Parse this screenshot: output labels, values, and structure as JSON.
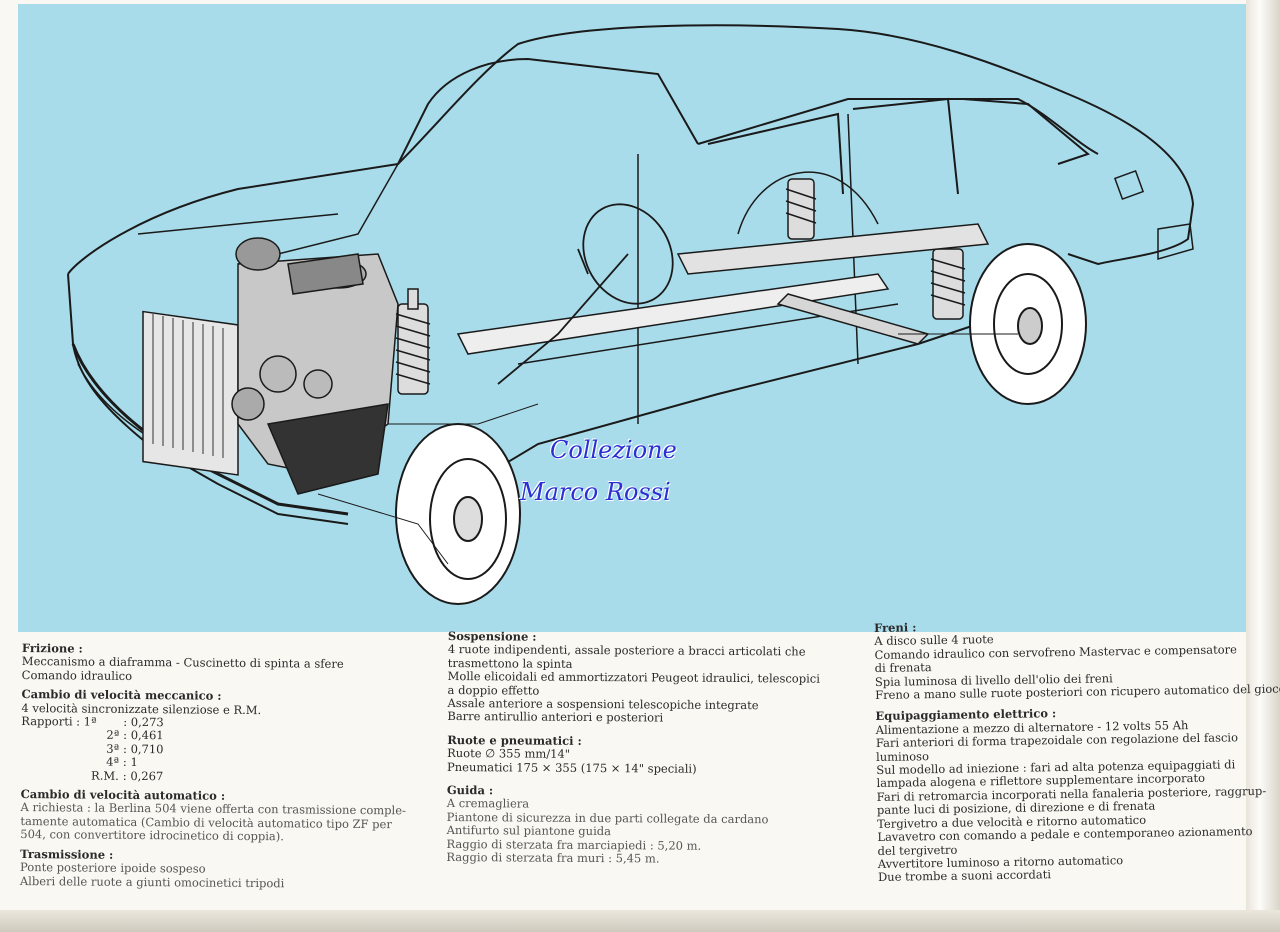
{
  "watermark": {
    "line1": "Collezione",
    "line2": "Marco Rossi"
  },
  "col1": {
    "frizione_h": "Frizione :",
    "frizione_1": "Meccanismo a diaframma - Cuscinetto di spinta a sfere",
    "frizione_2": "Comando idraulico",
    "cambio_h": "Cambio di velocità meccanico :",
    "cambio_1": "4 velocità sincronizzate silenziose e R.M.",
    "rapporti": [
      {
        "k": "Rapporti : 1ª",
        "v": ": 0,273"
      },
      {
        "k": "2ª",
        "v": ": 0,461"
      },
      {
        "k": "3ª",
        "v": ": 0,710"
      },
      {
        "k": "4ª",
        "v": ": 1"
      },
      {
        "k": "R.M.",
        "v": ": 0,267"
      }
    ],
    "auto_h": "Cambio di velocità automatico :",
    "auto_1": "A richiesta : la Berlina 504 viene offerta con trasmissione comple-",
    "auto_2": "tamente automatica (Cambio di velocità automatico tipo ZF per",
    "auto_3": "504, con convertitore idrocinetico di coppia).",
    "trasm_h": "Trasmissione :",
    "trasm_1": "Ponte posteriore ipoide sospeso",
    "trasm_2": "Alberi delle ruote a giunti omocinetici tripodi"
  },
  "col2": {
    "sosp_h": "Sospensione :",
    "sosp_1": "4 ruote indipendenti, assale posteriore a bracci articolati che",
    "sosp_2": "trasmettono la spinta",
    "sosp_3": "Molle elicoidali ed ammortizzatori Peugeot idraulici, telescopici",
    "sosp_4": "a doppio effetto",
    "sosp_5": "Assale anteriore a sospensioni telescopiche integrate",
    "sosp_6": "Barre antirullio anteriori e posteriori",
    "ruote_h": "Ruote e pneumatici :",
    "ruote_1": "Ruote ∅ 355 mm/14\"",
    "ruote_2": "Pneumatici 175 × 355 (175 × 14\" speciali)",
    "guida_h": "Guida :",
    "guida_1": "A cremagliera",
    "guida_2": "Piantone di sicurezza in due parti collegate da cardano",
    "guida_3": "Antifurto sul piantone guida",
    "guida_4": "Raggio di sterzata fra marciapiedi : 5,20 m.",
    "guida_5": "Raggio di sterzata fra muri : 5,45 m."
  },
  "col3": {
    "freni_h": "Freni :",
    "freni_1": "A disco sulle 4 ruote",
    "freni_2": "Comando idraulico con servofreno Mastervac e compensatore",
    "freni_3": "di frenata",
    "freni_4": "Spia luminosa di livello dell'olio dei freni",
    "freni_5": "Freno a mano sulle ruote posteriori con ricupero automatico del gioco",
    "equip_h": "Equipaggiamento elettrico :",
    "equip_1": "Alimentazione a mezzo di alternatore - 12 volts 55 Ah",
    "equip_2": "Fari anteriori di forma trapezoidale con regolazione del fascio",
    "equip_3": "luminoso",
    "equip_4": "Sul modello ad iniezione : fari ad alta potenza equipaggiati di",
    "equip_5": "lampada alogena e riflettore supplementare incorporato",
    "equip_6": "Fari di retromarcia incorporati nella fanaleria posteriore, raggrup-",
    "equip_7": "pante luci di posizione, di direzione e di frenata",
    "equip_8": "Tergivetro a due velocità e ritorno automatico",
    "equip_9": "Lavavetro con comando a pedale e contemporaneo azionamento",
    "equip_10": "del tergivetro",
    "equip_11": "Avvertitore luminoso a ritorno automatico",
    "equip_12": "Due trombe a suoni accordati"
  }
}
